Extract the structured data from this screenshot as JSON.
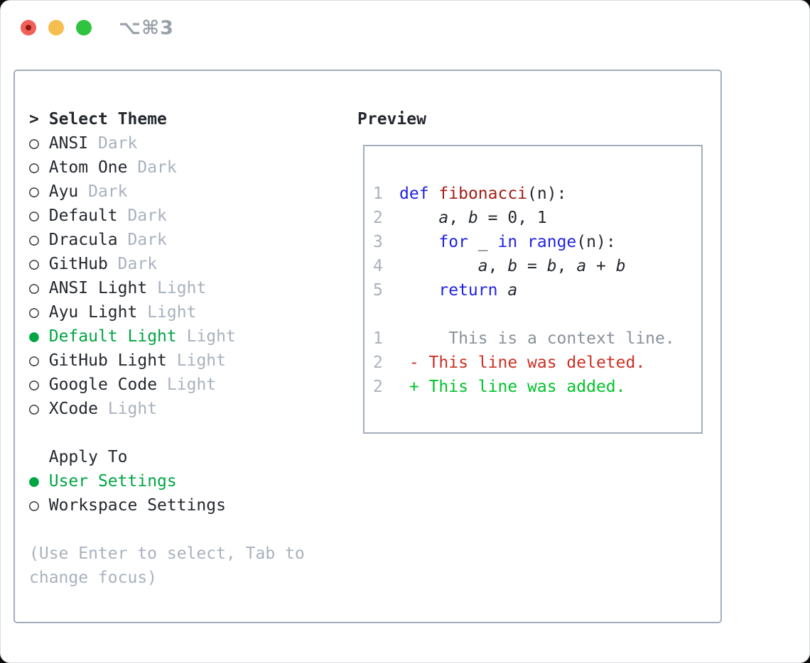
{
  "window": {
    "title": "⌥⌘3",
    "traffic_lights": [
      {
        "name": "close",
        "color_key": "traffic_red"
      },
      {
        "name": "minimize",
        "color_key": "traffic_yellow"
      },
      {
        "name": "zoom",
        "color_key": "traffic_green"
      }
    ]
  },
  "theme_menu": {
    "header_marker": ">",
    "header_label": "Select Theme",
    "items": [
      {
        "marker": "○",
        "name": "ANSI",
        "variant": "Dark",
        "selected": false
      },
      {
        "marker": "○",
        "name": "Atom One",
        "variant": "Dark",
        "selected": false
      },
      {
        "marker": "○",
        "name": "Ayu",
        "variant": "Dark",
        "selected": false
      },
      {
        "marker": "○",
        "name": "Default",
        "variant": "Dark",
        "selected": false
      },
      {
        "marker": "○",
        "name": "Dracula",
        "variant": "Dark",
        "selected": false
      },
      {
        "marker": "○",
        "name": "GitHub",
        "variant": "Dark",
        "selected": false
      },
      {
        "marker": "○",
        "name": "ANSI Light",
        "variant": "Light",
        "selected": false
      },
      {
        "marker": "○",
        "name": "Ayu Light",
        "variant": "Light",
        "selected": false
      },
      {
        "marker": "●",
        "name": "Default Light",
        "variant": "Light",
        "selected": true
      },
      {
        "marker": "○",
        "name": "GitHub Light",
        "variant": "Light",
        "selected": false
      },
      {
        "marker": "○",
        "name": "Google Code",
        "variant": "Light",
        "selected": false
      },
      {
        "marker": "○",
        "name": "XCode",
        "variant": "Light",
        "selected": false
      }
    ]
  },
  "apply_to": {
    "header_label": "Apply To",
    "options": [
      {
        "marker": "●",
        "label": "User Settings",
        "selected": true
      },
      {
        "marker": "○",
        "label": "Workspace Settings",
        "selected": false
      }
    ]
  },
  "hint_lines": [
    "(Use Enter to select, Tab to",
    "change focus)"
  ],
  "preview": {
    "title": "Preview",
    "lines": [
      {
        "num": "1",
        "segments": [
          {
            "text": "def",
            "style": "keyword"
          },
          {
            "text": " ",
            "style": "plain"
          },
          {
            "text": "fibonacci",
            "style": "function"
          },
          {
            "text": "(n):",
            "style": "plain"
          }
        ]
      },
      {
        "num": "2",
        "segments": [
          {
            "text": "    ",
            "style": "plain"
          },
          {
            "text": "a",
            "style": "variable"
          },
          {
            "text": ", ",
            "style": "plain"
          },
          {
            "text": "b",
            "style": "variable"
          },
          {
            "text": " = 0, 1",
            "style": "plain"
          }
        ]
      },
      {
        "num": "3",
        "segments": [
          {
            "text": "    ",
            "style": "plain"
          },
          {
            "text": "for",
            "style": "keyword"
          },
          {
            "text": " _ ",
            "style": "plain"
          },
          {
            "text": "in",
            "style": "keyword"
          },
          {
            "text": " ",
            "style": "plain"
          },
          {
            "text": "range",
            "style": "keyword"
          },
          {
            "text": "(n):",
            "style": "plain"
          }
        ]
      },
      {
        "num": "4",
        "segments": [
          {
            "text": "        ",
            "style": "plain"
          },
          {
            "text": "a",
            "style": "variable"
          },
          {
            "text": ", ",
            "style": "plain"
          },
          {
            "text": "b",
            "style": "variable"
          },
          {
            "text": " = ",
            "style": "plain"
          },
          {
            "text": "b",
            "style": "variable"
          },
          {
            "text": ", ",
            "style": "plain"
          },
          {
            "text": "a",
            "style": "variable"
          },
          {
            "text": " + ",
            "style": "plain"
          },
          {
            "text": "b",
            "style": "variable"
          }
        ]
      },
      {
        "num": "5",
        "segments": [
          {
            "text": "    ",
            "style": "plain"
          },
          {
            "text": "return",
            "style": "keyword"
          },
          {
            "text": " ",
            "style": "plain"
          },
          {
            "text": "a",
            "style": "variable"
          }
        ]
      },
      {
        "num": "",
        "segments": []
      },
      {
        "num": "1",
        "segments": [
          {
            "text": "     This is a context line.",
            "style": "context"
          }
        ]
      },
      {
        "num": "2",
        "segments": [
          {
            "text": " - This line was deleted.",
            "style": "deleted"
          }
        ]
      },
      {
        "num": "2",
        "segments": [
          {
            "text": " + This line was added.",
            "style": "added"
          }
        ]
      }
    ]
  },
  "colors": {
    "text": "#24282e",
    "muted_gray": "#a9b1be",
    "context_gray": "#8a919b",
    "accent_green": "#00a543",
    "added_green": "#00c32a",
    "deleted_red": "#cb3024",
    "keyword_blue": "#2023e1",
    "function_red": "#a41d15",
    "panel_border": "#a3adb9",
    "window_title": "#9aa0a8",
    "traffic_red": "#f25f58",
    "traffic_red_dot": "#8c1a12",
    "traffic_yellow": "#f6bd4f",
    "traffic_green": "#2fc440"
  }
}
